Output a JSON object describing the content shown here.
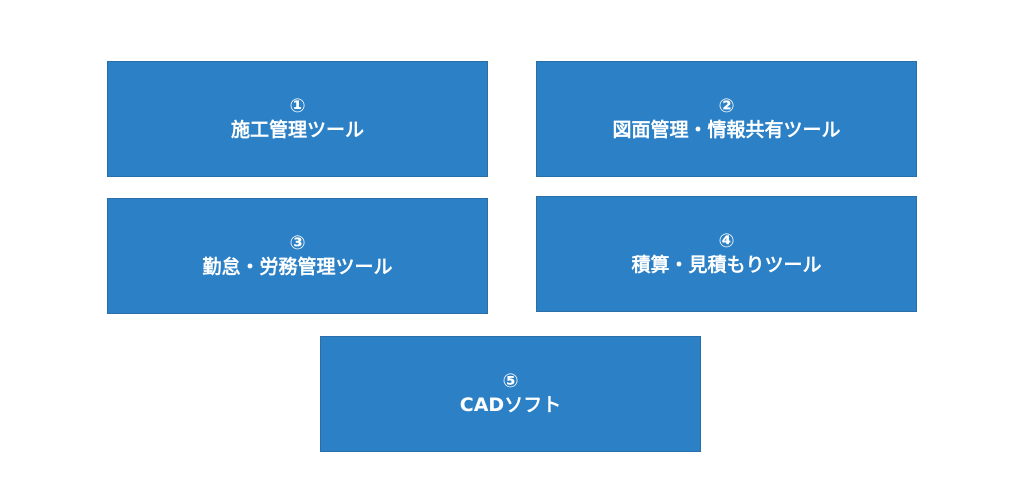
{
  "boxes": [
    {
      "number": "①",
      "label": "施工管理ツール"
    },
    {
      "number": "②",
      "label": "図面管理・情報共有ツール"
    },
    {
      "number": "③",
      "label": "勤怠・労務管理ツール"
    },
    {
      "number": "④",
      "label": "積算・見積もりツール"
    },
    {
      "number": "⑤",
      "label": "CADソフト"
    }
  ],
  "colors": {
    "box_fill": "#2b80c6",
    "box_text": "#ffffff",
    "background": "#ffffff"
  }
}
